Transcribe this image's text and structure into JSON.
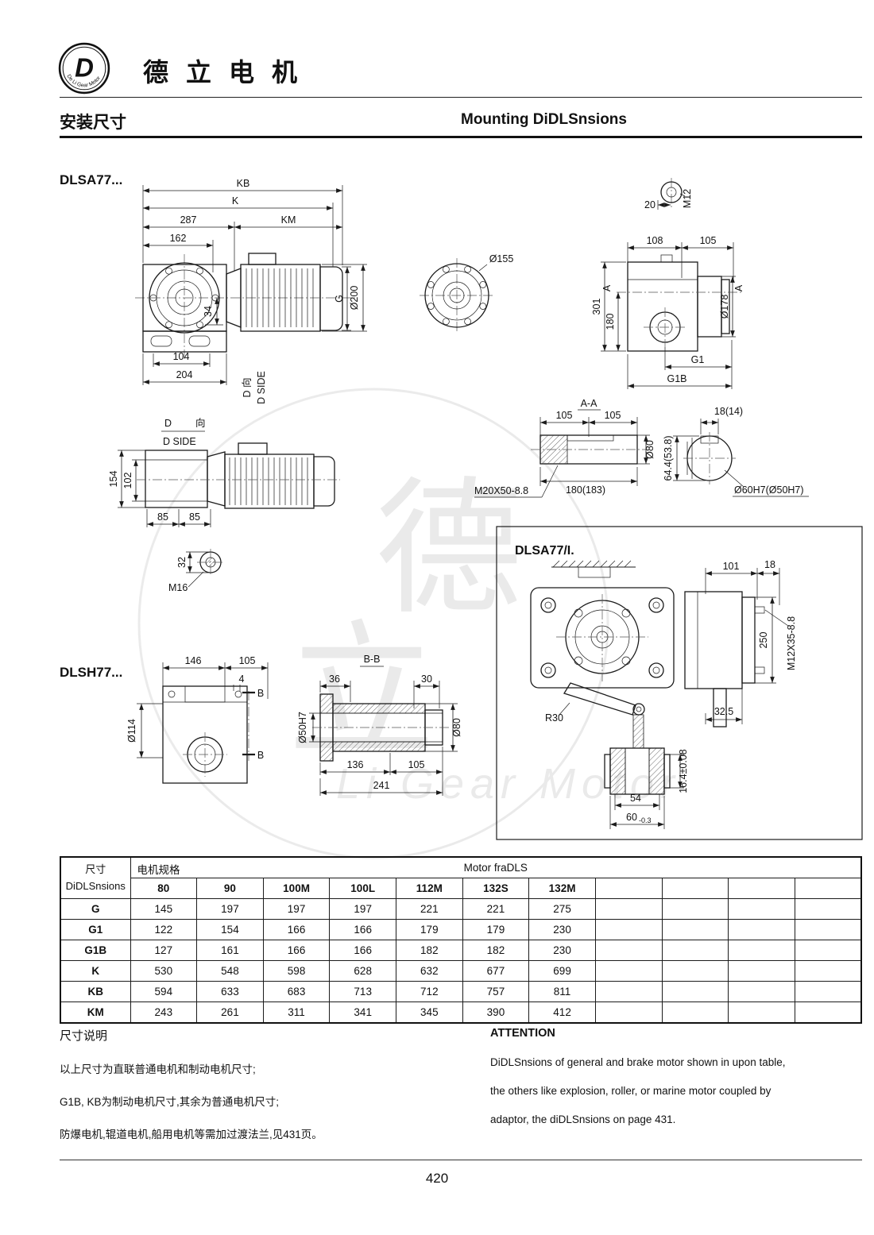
{
  "header": {
    "brand": "德 立 电 机",
    "logo": {
      "symbol": "D",
      "ring_text": "De Li Gear Motor"
    },
    "title_cn": "安装尺寸",
    "title_en": "Mounting DiDLSnsions"
  },
  "watermark": {
    "char_top": "德",
    "char_bottom": "立",
    "latin": "Li Gear Motor"
  },
  "drawings": {
    "model_a": "DLSA77...",
    "model_h": "DLSH77...",
    "model_ai": "DLSA77/I.",
    "dims": {
      "a_kb": "KB",
      "a_k": "K",
      "a_287": "287",
      "a_km": "KM",
      "a_162": "162",
      "a_34": "34",
      "a_g": "G",
      "a_d200": "Ø200",
      "a_104": "104",
      "a_204": "204",
      "a_dir": "D 向",
      "a_dside": "D SIDE",
      "fl_d155": "Ø155",
      "s_20": "20",
      "s_m12": "M12",
      "s_108": "108",
      "s_105": "105",
      "s_301": "301",
      "s_180": "180",
      "s_a": "A",
      "s_d178": "Ø178",
      "s_g1": "G1",
      "s_g1b": "G1B",
      "d_d": "D",
      "d_xiang": "向",
      "d_dside": "D SIDE",
      "d_154": "154",
      "d_102": "102",
      "d_85": "85",
      "d_32": "32",
      "d_m16": "M16",
      "aa_title": "A-A",
      "aa_105": "105",
      "aa_d80": "Ø80",
      "aa_m20": "M20X50-8.8",
      "aa_180": "180(183)",
      "se_18": "18(14)",
      "se_64": "64.4(53.8)",
      "se_d60": "Ø60H7(Ø50H7)",
      "h_146": "146",
      "h_105": "105",
      "h_4": "4",
      "h_d114": "Ø114",
      "h_b": "B",
      "bb_title": "B-B",
      "bb_36": "36",
      "bb_30": "30",
      "bb_d80": "Ø80",
      "bb_d50": "Ø50H7",
      "bb_136": "136",
      "bb_105": "105",
      "bb_241": "241",
      "i_101": "101",
      "i_18": "18",
      "i_m12": "M12X35-8.8",
      "i_250": "250",
      "i_r30": "R30",
      "i_325": "32.5",
      "i_54": "54",
      "i_60": "60",
      "i_60t": "-0.3",
      "i_164": "16.4±0.08"
    }
  },
  "table": {
    "corner_top": "尺寸",
    "corner_bottom": "DiDLSnsions",
    "spec_label": "电机规格",
    "frame_label": "Motor fraDLS",
    "columns": [
      "80",
      "90",
      "100M",
      "100L",
      "112M",
      "132S",
      "132M",
      "",
      "",
      "",
      ""
    ],
    "rows": [
      {
        "label": "G",
        "values": [
          "145",
          "197",
          "197",
          "197",
          "221",
          "221",
          "275",
          "",
          "",
          "",
          ""
        ]
      },
      {
        "label": "G1",
        "values": [
          "122",
          "154",
          "166",
          "166",
          "179",
          "179",
          "230",
          "",
          "",
          "",
          ""
        ]
      },
      {
        "label": "G1B",
        "values": [
          "127",
          "161",
          "166",
          "166",
          "182",
          "182",
          "230",
          "",
          "",
          "",
          ""
        ]
      },
      {
        "label": "K",
        "values": [
          "530",
          "548",
          "598",
          "628",
          "632",
          "677",
          "699",
          "",
          "",
          "",
          ""
        ]
      },
      {
        "label": "KB",
        "values": [
          "594",
          "633",
          "683",
          "713",
          "712",
          "757",
          "811",
          "",
          "",
          "",
          ""
        ]
      },
      {
        "label": "KM",
        "values": [
          "243",
          "261",
          "311",
          "341",
          "345",
          "390",
          "412",
          "",
          "",
          "",
          ""
        ]
      }
    ]
  },
  "notes": {
    "cn_title": "尺寸说明",
    "cn_lines": [
      "以上尺寸为直联普通电机和制动电机尺寸;",
      "G1B, KB为制动电机尺寸,其余为普通电机尺寸;",
      "防爆电机,辊道电机,船用电机等需加过渡法兰,见431页。"
    ],
    "en_title": "ATTENTION",
    "en_lines": [
      "DiDLSnsions of general and brake motor shown in upon table,",
      "the others like explosion, roller, or marine motor coupled by",
      "adaptor, the diDLSnsions on page 431."
    ]
  },
  "footer": {
    "page_number": "420"
  }
}
